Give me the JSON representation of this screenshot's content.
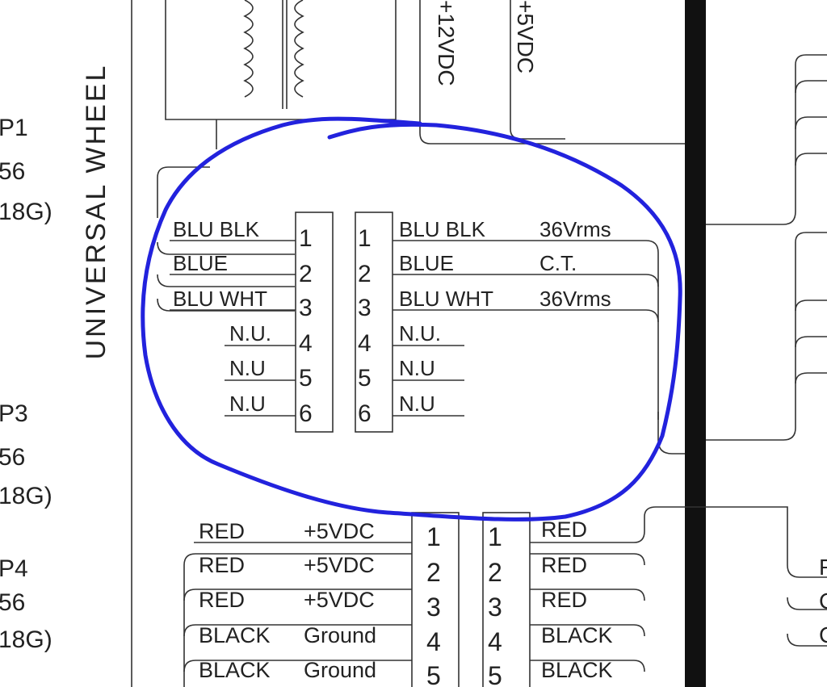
{
  "side_label": "UNIVERSAL WHEEL",
  "left_refs": {
    "p1": "P1",
    "p1_pin": "56",
    "p1_gauge": "18G)",
    "p3": "P3",
    "p3_pin": "56",
    "p3_gauge": "18G)",
    "p4": "P4",
    "p4_pin": "56",
    "p4_gauge": "18G)"
  },
  "top_voltages": {
    "v12": "+12VDC",
    "v5": "+5VDC"
  },
  "upper_connector": {
    "left_wires": [
      "BLU BLK",
      "BLUE",
      "BLU WHT",
      "N.U.",
      "N.U",
      "N.U"
    ],
    "pins": [
      "1",
      "2",
      "3",
      "4",
      "5",
      "6"
    ],
    "right_wires": [
      "BLU BLK",
      "BLUE",
      "BLU WHT",
      "N.U.",
      "N.U",
      "N.U"
    ],
    "right_values": [
      "36Vrms",
      "C.T.",
      "36Vrms"
    ]
  },
  "lower_connector": {
    "left_colors": [
      "RED",
      "RED",
      "RED",
      "BLACK",
      "BLACK"
    ],
    "left_signals": [
      "+5VDC",
      "+5VDC",
      "+5VDC",
      "Ground",
      "Ground"
    ],
    "pins": [
      "1",
      "2",
      "3",
      "4",
      "5"
    ],
    "right_colors": [
      "RED",
      "RED",
      "RED",
      "BLACK",
      "BLACK"
    ]
  },
  "right_edge_letters": [
    "R",
    "C",
    "C"
  ],
  "annotation_color": "#2222dd"
}
